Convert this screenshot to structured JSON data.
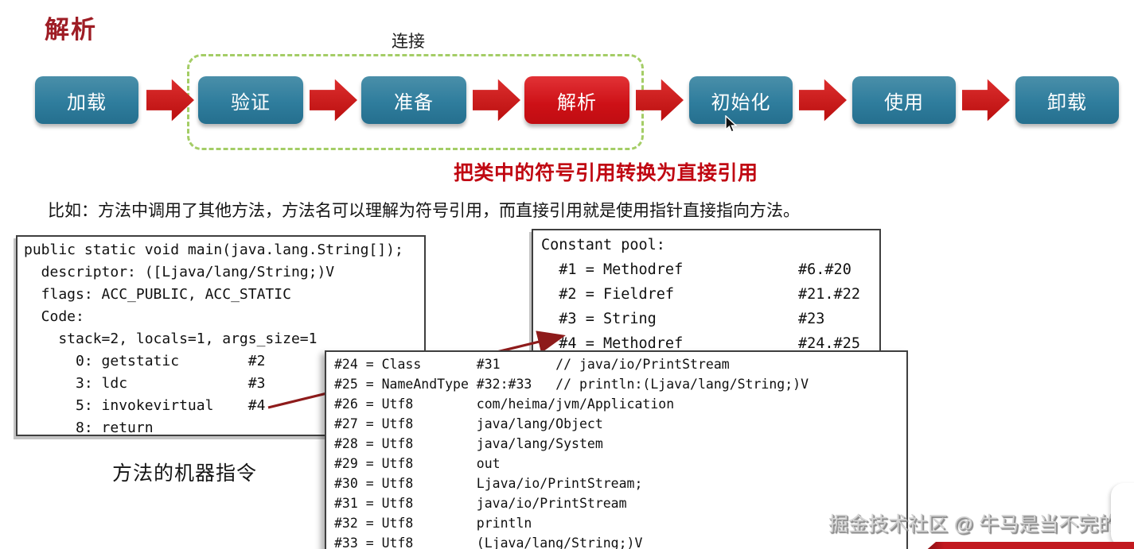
{
  "title": "解析",
  "linking": {
    "label": "连接"
  },
  "flow": {
    "stages": [
      {
        "label": "加载",
        "style": "teal"
      },
      {
        "label": "验证",
        "style": "teal"
      },
      {
        "label": "准备",
        "style": "teal"
      },
      {
        "label": "解析",
        "style": "red"
      },
      {
        "label": "初始化",
        "style": "teal"
      },
      {
        "label": "使用",
        "style": "teal"
      },
      {
        "label": "卸载",
        "style": "teal"
      }
    ]
  },
  "caption": {
    "text": "把类中的符号引用转换为直接引用"
  },
  "description": {
    "text": "比如：方法中调用了其他方法，方法名可以理解为符号引用，而直接引用就是使用指针直接指向方法。"
  },
  "left_code": {
    "caption": "方法的机器指令",
    "lines": [
      "public static void main(java.lang.String[]);",
      "  descriptor: ([Ljava/lang/String;)V",
      "  flags: ACC_PUBLIC, ACC_STATIC",
      "  Code:",
      "    stack=2, locals=1, args_size=1",
      "      0: getstatic        #2",
      "      3: ldc              #3",
      "      5: invokevirtual    #4",
      "      8: return"
    ]
  },
  "constant_pool": {
    "lines": [
      "Constant pool:",
      "  #1 = Methodref             #6.#20",
      "  #2 = Fieldref              #21.#22",
      "  #3 = String                #23",
      "  #4 = Methodref             #24.#25"
    ]
  },
  "detail_pool": {
    "lines": [
      "#24 = Class       #31       // java/io/PrintStream",
      "#25 = NameAndType #32:#33   // println:(Ljava/lang/String;)V",
      "#26 = Utf8        com/heima/jvm/Application",
      "#27 = Utf8        java/lang/Object",
      "#28 = Utf8        java/lang/System",
      "#29 = Utf8        out",
      "#30 = Utf8        Ljava/io/PrintStream;",
      "#31 = Utf8        java/io/PrintStream",
      "#32 = Utf8        println",
      "#33 = Utf8        (Ljava/lang/String;)V"
    ]
  },
  "watermark": {
    "text": "掘金技术社区 @ 牛马是当不完的"
  },
  "colors": {
    "stage_teal": "#2f7d9d",
    "stage_red": "#cd1016",
    "arrow_red": "#c41616",
    "dashed_border_green": "#a4cd66",
    "title_maroon": "#9e1d25",
    "caption_red": "#c00712",
    "connector_dark_red": "#8e1b1b",
    "watermark_gray": "#d4d4d4",
    "banner_red": "#c2191f"
  }
}
